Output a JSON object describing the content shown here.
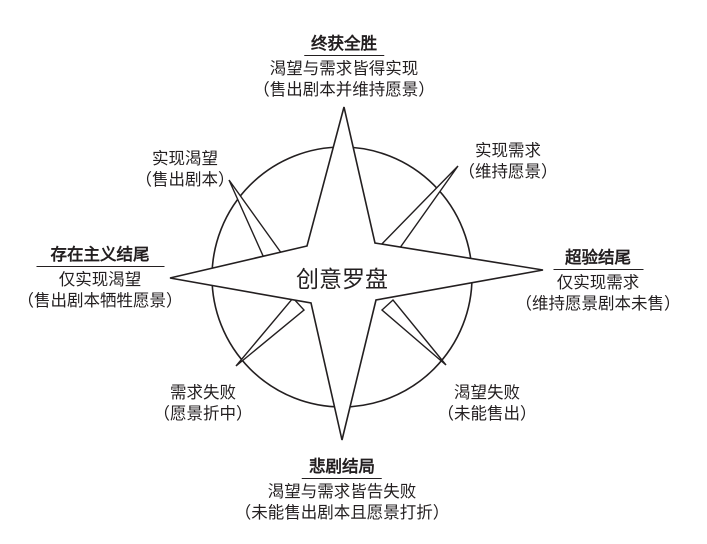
{
  "center_label": "创意罗盘",
  "cardinal": {
    "top": {
      "title": "终获全胜",
      "lines": [
        "渴望与需求皆得实现",
        "（售出剧本并维持愿景）"
      ]
    },
    "right": {
      "title": "超验结尾",
      "lines": [
        "仅实现需求",
        "（维持愿景剧本未售）"
      ]
    },
    "bottom": {
      "title": "悲剧结局",
      "lines": [
        "渴望与需求皆告失败",
        "（未能售出剧本且愿景打折）"
      ]
    },
    "left": {
      "title": "存在主义结尾",
      "lines": [
        "仅实现渴望",
        "（售出剧本牺牲愿景）"
      ]
    }
  },
  "diagonal": {
    "top_left": {
      "lines": [
        "实现渴望",
        "（售出剧本）"
      ]
    },
    "top_right": {
      "lines": [
        "实现需求",
        "（维持愿景）"
      ]
    },
    "bottom_left": {
      "lines": [
        "需求失败",
        "（愿景折中）"
      ]
    },
    "bottom_right": {
      "lines": [
        "渴望失败",
        "（未能售出）"
      ]
    }
  },
  "colors": {
    "ink": "#231f20",
    "background": "#ffffff"
  }
}
